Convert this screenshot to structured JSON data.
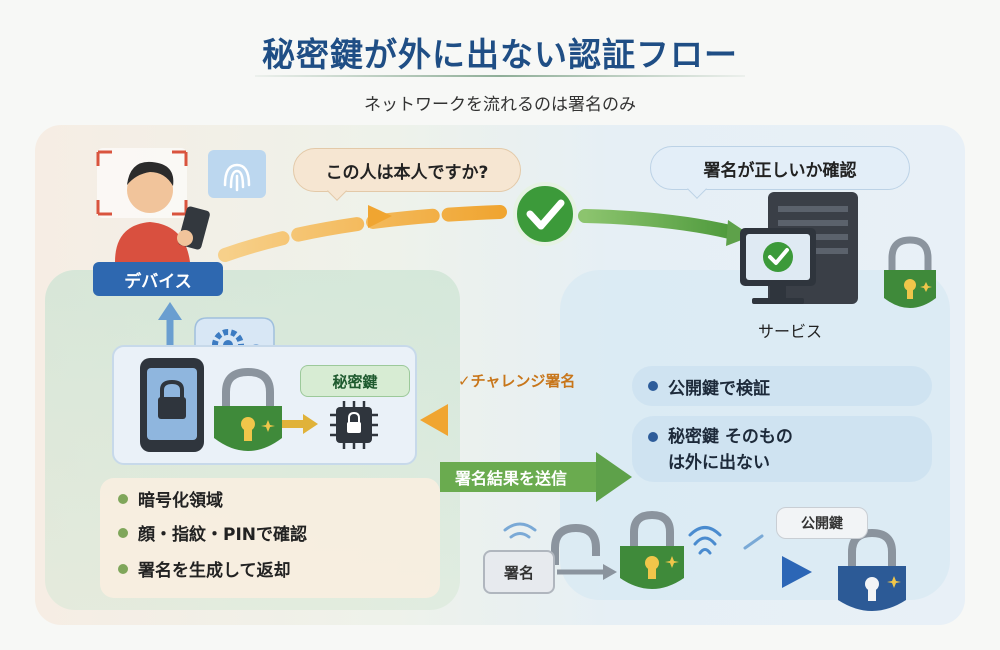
{
  "title": "秘密鍵が外に出ない認証フロー",
  "subtitle": "ネットワークを流れるのは署名のみ",
  "bubbles": {
    "question": "この人は本人ですか?",
    "verify": "署名が正しいか確認"
  },
  "labels": {
    "device": "デバイス",
    "service": "サービス",
    "secret_key": "秘密鍵",
    "challenge": "チャレンジ署名",
    "send_result": "署名結果を送信",
    "signature": "署名",
    "public_key": "公開鍵"
  },
  "device_features": [
    "暗号化領域",
    "顔・指紋・PINで確認",
    "署名を生成して返却"
  ],
  "service_notes": {
    "verify": "公開鍵で検証",
    "secret_line1": "秘密鍵 そのもの",
    "secret_line2": "は外に出ない"
  },
  "colors": {
    "title": "#1f4e85",
    "device_blue": "#2e68b0",
    "lock_green": "#3f8a3a",
    "arrow_orange": "#f0a531",
    "arrow_green": "#5ea14a",
    "arrow_blue": "#2c66b6",
    "check_green": "#3c9a3a"
  }
}
